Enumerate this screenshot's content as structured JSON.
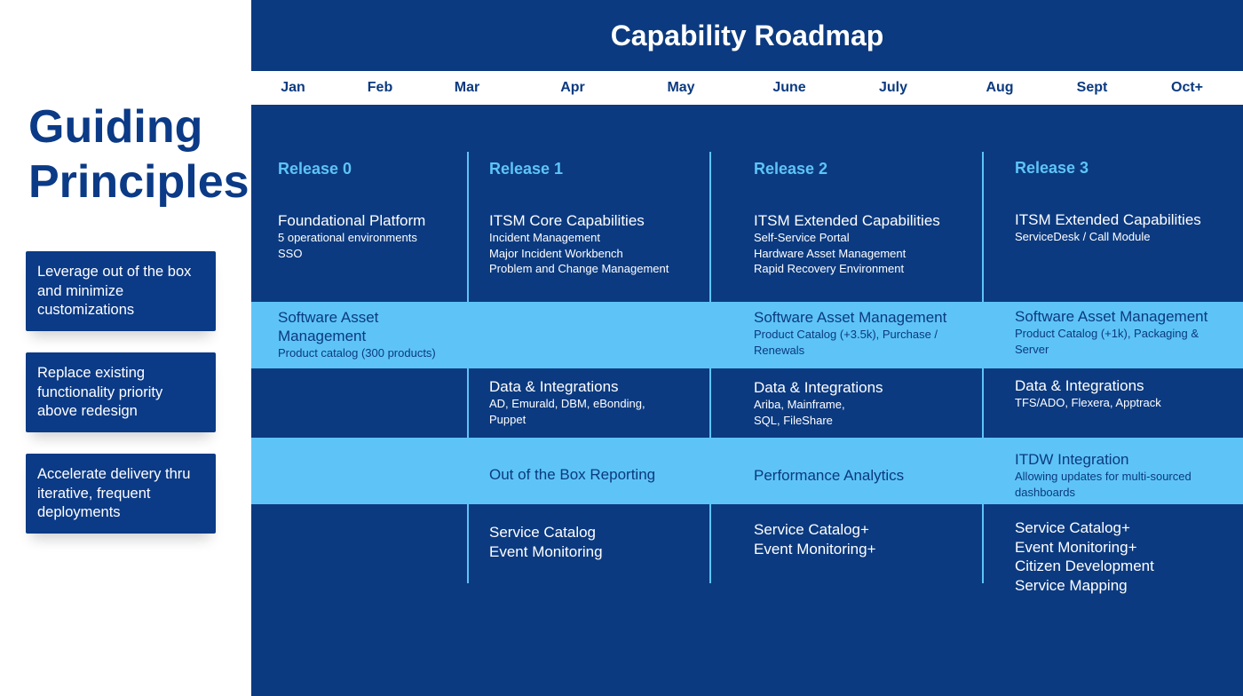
{
  "guiding": {
    "title_lines": [
      "Guiding",
      "Principles"
    ],
    "principles": [
      {
        "lines": [
          "Leverage out of the box",
          "and minimize",
          "customizations"
        ]
      },
      {
        "lines": [
          "Replace existing",
          "functionality priority",
          "above redesign"
        ]
      },
      {
        "lines": [
          "Accelerate delivery thru",
          "iterative, frequent",
          "deployments"
        ]
      }
    ]
  },
  "roadmap": {
    "title": "Capability Roadmap",
    "months": [
      "Jan",
      "Feb",
      "Mar",
      "Apr",
      "May",
      "June",
      "July",
      "Aug",
      "Sept",
      "Oct+"
    ],
    "releases": [
      {
        "name": "Release 0",
        "platform": {
          "head": [
            "Foundational Platform"
          ],
          "sub": [
            "5 operational environments",
            "SSO"
          ]
        },
        "sam": {
          "head": [
            "Software Asset",
            "Management"
          ],
          "sub": [
            "Product catalog (300 products)"
          ]
        },
        "data": {
          "head": [],
          "sub": []
        },
        "reporting": {
          "head": [],
          "sub": []
        },
        "catalog": {
          "lines": []
        }
      },
      {
        "name": "Release 1",
        "platform": {
          "head": [
            "ITSM Core Capabilities"
          ],
          "sub": [
            "Incident Management",
            "Major Incident Workbench",
            "Problem and Change Management"
          ]
        },
        "sam": {
          "head": [],
          "sub": []
        },
        "data": {
          "head": [
            "Data & Integrations"
          ],
          "sub": [
            "AD, Emurald, DBM, eBonding,",
            "Puppet"
          ]
        },
        "reporting": {
          "head": [
            "Out of the Box Reporting"
          ],
          "sub": []
        },
        "catalog": {
          "lines": [
            "Service Catalog",
            "Event Monitoring"
          ]
        }
      },
      {
        "name": "Release 2",
        "platform": {
          "head": [
            "ITSM Extended Capabilities"
          ],
          "sub": [
            "Self-Service Portal",
            "Hardware Asset Management",
            "Rapid Recovery Environment"
          ]
        },
        "sam": {
          "head": [
            "Software Asset Management"
          ],
          "sub": [
            "Product Catalog (+3.5k), Purchase /",
            "Renewals"
          ]
        },
        "data": {
          "head": [
            "Data & Integrations"
          ],
          "sub": [
            "Ariba, Mainframe,",
            "SQL, FileShare"
          ]
        },
        "reporting": {
          "head": [
            "Performance Analytics"
          ],
          "sub": []
        },
        "catalog": {
          "lines": [
            "Service Catalog+",
            "Event Monitoring+"
          ]
        }
      },
      {
        "name": "Release 3",
        "platform": {
          "head": [
            "ITSM Extended Capabilities"
          ],
          "sub": [
            "ServiceDesk / Call Module"
          ]
        },
        "sam": {
          "head": [
            "Software Asset Management"
          ],
          "sub": [
            "Product Catalog (+1k), Packaging &",
            "Server"
          ]
        },
        "data": {
          "head": [
            "Data & Integrations"
          ],
          "sub": [
            "TFS/ADO, Flexera, Apptrack"
          ]
        },
        "reporting": {
          "head": [
            "ITDW Integration"
          ],
          "sub": [
            "Allowing updates for multi-sourced",
            "dashboards"
          ]
        },
        "catalog": {
          "lines": [
            "Service Catalog+",
            "Event Monitoring+",
            "Citizen Development",
            "Service Mapping"
          ]
        }
      }
    ]
  }
}
